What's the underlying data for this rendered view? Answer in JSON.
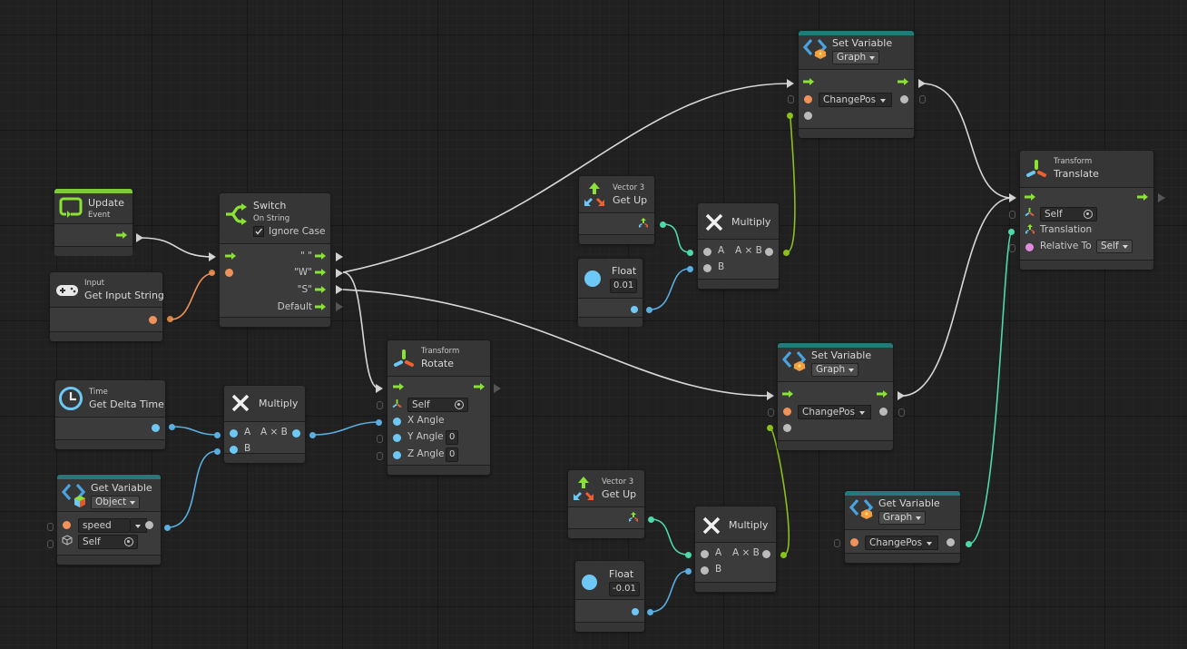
{
  "canvas": {
    "type": "visual-scripting-graph"
  },
  "colors": {
    "flow": "#8ae234",
    "string": "#f0925a",
    "float": "#6ec8f5",
    "vector3": "#4fd8a8",
    "object": "#bbbbbb",
    "enum": "#e08ae0",
    "event_bar": "#7ec936",
    "variable_bar": "#227a7a"
  },
  "nodes": {
    "update": {
      "title": "Update",
      "subtitle": "Event",
      "icon": "update-loop-icon"
    },
    "get_input_string": {
      "category": "Input",
      "title": "Get Input String",
      "icon": "gamepad-icon"
    },
    "switch": {
      "title": "Switch",
      "subtitle": "On String",
      "icon": "switch-branch-icon",
      "ignore_case_label": "Ignore Case",
      "ignore_case_checked": true,
      "outputs": [
        "\" \"",
        "\"W\"",
        "\"S\"",
        "Default"
      ]
    },
    "get_delta_time": {
      "category": "Time",
      "title": "Get Delta Time",
      "icon": "clock-icon"
    },
    "multiply_1": {
      "title": "Multiply",
      "icon": "multiply-icon",
      "a_label": "A",
      "b_label": "B",
      "out_label": "A × B"
    },
    "get_variable_speed": {
      "title": "Get Variable",
      "kind": "Object",
      "name": "speed",
      "target": "Self",
      "icon": "variable-icon"
    },
    "rotate": {
      "category": "Transform",
      "title": "Rotate",
      "icon": "transform-icon",
      "target": "Self",
      "inputs": [
        {
          "label": "X Angle",
          "value": ""
        },
        {
          "label": "Y Angle",
          "value": "0"
        },
        {
          "label": "Z Angle",
          "value": "0"
        }
      ]
    },
    "get_up_1": {
      "category": "Vector 3",
      "title": "Get Up",
      "icon": "vector3-arrows-icon"
    },
    "float_1": {
      "title": "Float",
      "value": "0.01",
      "icon": "float-icon"
    },
    "multiply_2": {
      "title": "Multiply",
      "icon": "multiply-icon",
      "a_label": "A",
      "b_label": "B",
      "out_label": "A × B"
    },
    "set_variable_1": {
      "title": "Set Variable",
      "kind": "Graph",
      "name": "ChangePos",
      "icon": "variable-icon"
    },
    "translate": {
      "category": "Transform",
      "title": "Translate",
      "icon": "transform-icon",
      "target": "Self",
      "translation_label": "Translation",
      "relative_to_label": "Relative To",
      "relative_to_value": "Self"
    },
    "set_variable_2": {
      "title": "Set Variable",
      "kind": "Graph",
      "name": "ChangePos",
      "icon": "variable-icon"
    },
    "get_up_2": {
      "category": "Vector 3",
      "title": "Get Up",
      "icon": "vector3-arrows-icon"
    },
    "float_2": {
      "title": "Float",
      "value": "-0.01",
      "icon": "float-icon"
    },
    "multiply_3": {
      "title": "Multiply",
      "icon": "multiply-icon",
      "a_label": "A",
      "b_label": "B",
      "out_label": "A × B"
    },
    "get_variable_changepos": {
      "title": "Get Variable",
      "kind": "Graph",
      "name": "ChangePos",
      "icon": "variable-icon"
    }
  },
  "connections": [
    {
      "from": "update.flow_out",
      "to": "switch.flow_in",
      "type": "flow"
    },
    {
      "from": "get_input_string.out",
      "to": "switch.selector",
      "type": "string"
    },
    {
      "from": "switch.W",
      "to": "set_variable_1.flow_in",
      "type": "flow"
    },
    {
      "from": "switch.W",
      "to": "rotate.flow_in",
      "type": "flow"
    },
    {
      "from": "switch.S",
      "to": "set_variable_2.flow_in",
      "type": "flow"
    },
    {
      "from": "get_delta_time.out",
      "to": "multiply_1.a",
      "type": "float"
    },
    {
      "from": "get_variable_speed.out",
      "to": "multiply_1.b",
      "type": "float"
    },
    {
      "from": "multiply_1.out",
      "to": "rotate.x_angle",
      "type": "float"
    },
    {
      "from": "get_up_1.out",
      "to": "multiply_2.a",
      "type": "vector3"
    },
    {
      "from": "float_1.out",
      "to": "multiply_2.b",
      "type": "float"
    },
    {
      "from": "multiply_2.out",
      "to": "set_variable_1.value",
      "type": "generic"
    },
    {
      "from": "set_variable_1.flow_out",
      "to": "translate.flow_in",
      "type": "flow"
    },
    {
      "from": "set_variable_2.flow_out",
      "to": "translate.flow_in",
      "type": "flow"
    },
    {
      "from": "get_up_2.out",
      "to": "multiply_3.a",
      "type": "vector3"
    },
    {
      "from": "float_2.out",
      "to": "multiply_3.b",
      "type": "float"
    },
    {
      "from": "multiply_3.out",
      "to": "set_variable_2.value",
      "type": "generic"
    },
    {
      "from": "get_variable_changepos.out",
      "to": "translate.translation",
      "type": "vector3"
    }
  ]
}
